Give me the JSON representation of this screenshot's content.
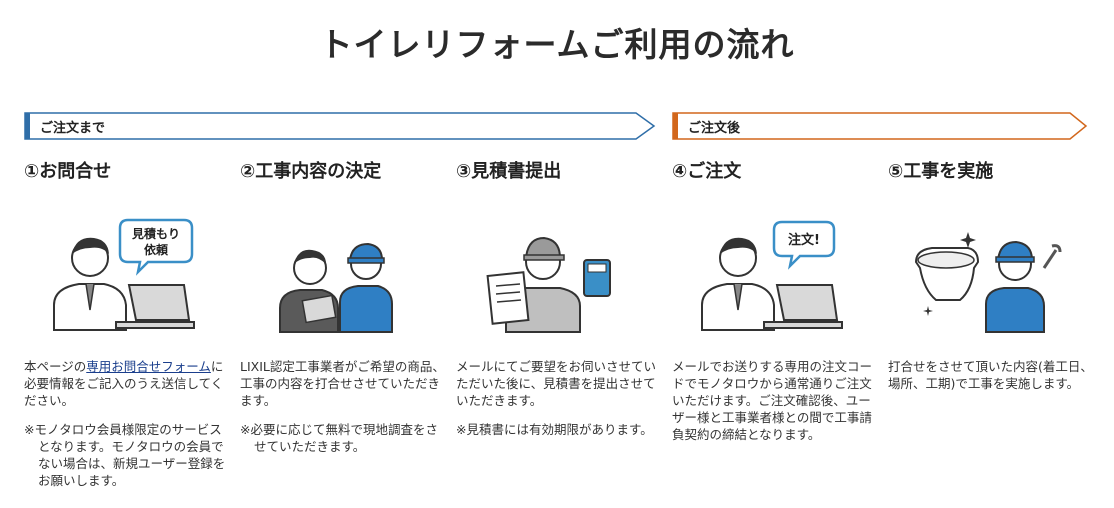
{
  "page_title": "トイレリフォームご利用の流れ",
  "phases": [
    {
      "label": "ご注文まで",
      "color": "#2f6ea8"
    },
    {
      "label": "ご注文後",
      "color": "#d2671c"
    }
  ],
  "steps": [
    {
      "title": "①お問合せ",
      "bubble": [
        "見積もり",
        "依頼"
      ],
      "text_pre": "本ページの",
      "link": "専用お問合せフォーム",
      "text_post": "に必要情報をご記入のうえ送信してください。",
      "note": "※モノタロウ会員様限定のサービスとなります。モノタロウの会員でない場合は、新規ユーザー登録をお願いします。"
    },
    {
      "title": "②工事内容の決定",
      "text": "LIXIL認定工事業者がご希望の商品、工事の内容を打合せさせていただきます。",
      "note": "※必要に応じて無料で現地調査をさせていただきます。"
    },
    {
      "title": "③見積書提出",
      "text": "メールにてご要望をお伺いさせていただいた後に、見積書を提出させていただきます。",
      "note": "※見積書には有効期限があります。"
    },
    {
      "title": "④ご注文",
      "bubble": [
        "注文!"
      ],
      "text": "メールでお送りする専用の注文コードでモノタロウから通常通りご注文いただけます。ご注文確認後、ユーザー様と工事業者様との間で工事請負契約の締結となります。"
    },
    {
      "title": "⑤工事を実施",
      "text": "打合せをさせて頂いた内容(着工日、場所、工期)で工事を実施します。"
    }
  ]
}
